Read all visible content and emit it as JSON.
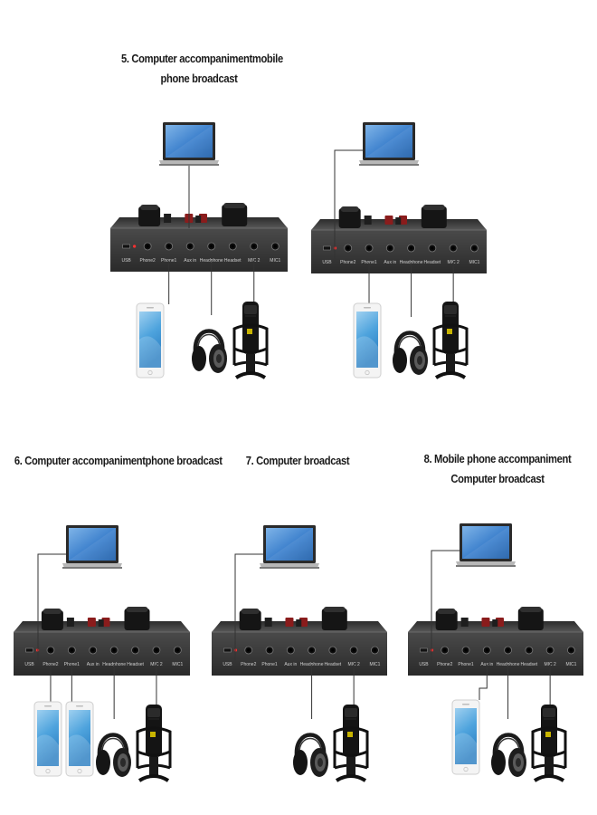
{
  "captions": {
    "c5_line1": "5. Computer accompanimentmobile",
    "c5_line2": "phone broadcast",
    "c6": "6. Computer accompanimentphone broadcast",
    "c7": "7. Computer broadcast",
    "c8_line1": "8. Mobile phone accompaniment",
    "c8_line2": "Computer broadcast"
  },
  "port_labels": [
    "USB",
    "Phone2",
    "Phone1",
    "Aux in",
    "Headphone",
    "Headset",
    "MIC 2",
    "MIC1"
  ],
  "colors": {
    "device_body": "#3a3a3a",
    "knob": "#151515",
    "red_button": "#8a1c1c",
    "screen": "#4a90d9",
    "cable": "#333333"
  }
}
